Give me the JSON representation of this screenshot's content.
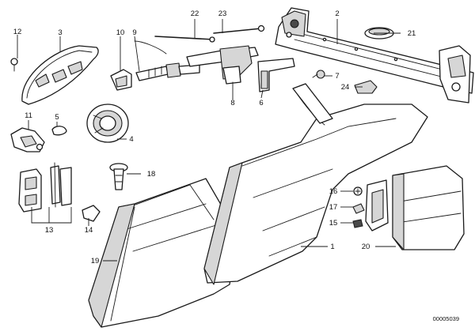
{
  "diagram": {
    "reference_code": "00005039",
    "callouts": [
      {
        "id": "p1",
        "label": "1"
      },
      {
        "id": "p2",
        "label": "2"
      },
      {
        "id": "p3",
        "label": "3"
      },
      {
        "id": "p4",
        "label": "4"
      },
      {
        "id": "p5",
        "label": "5"
      },
      {
        "id": "p6",
        "label": "6"
      },
      {
        "id": "p7",
        "label": "7"
      },
      {
        "id": "p8",
        "label": "8"
      },
      {
        "id": "p9",
        "label": "9"
      },
      {
        "id": "p10",
        "label": "10"
      },
      {
        "id": "p11",
        "label": "11"
      },
      {
        "id": "p12",
        "label": "12"
      },
      {
        "id": "p13",
        "label": "13"
      },
      {
        "id": "p14",
        "label": "14"
      },
      {
        "id": "p15",
        "label": "15"
      },
      {
        "id": "p16",
        "label": "16"
      },
      {
        "id": "p17",
        "label": "17"
      },
      {
        "id": "p18",
        "label": "18"
      },
      {
        "id": "p19",
        "label": "19"
      },
      {
        "id": "p20",
        "label": "20"
      },
      {
        "id": "p21",
        "label": "21"
      },
      {
        "id": "p22",
        "label": "22"
      },
      {
        "id": "p23",
        "label": "23"
      },
      {
        "id": "p24",
        "label": "24"
      }
    ]
  }
}
